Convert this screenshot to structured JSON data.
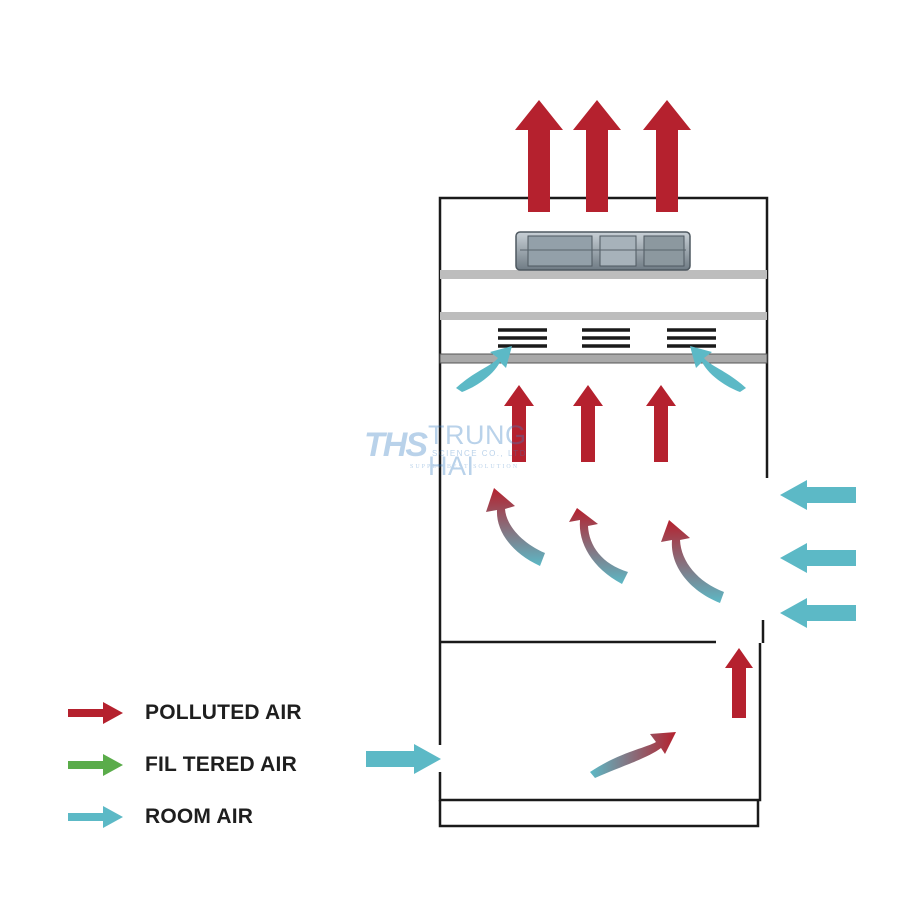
{
  "legend": {
    "polluted_label": "POLLUTED AIR",
    "filtered_label": "FIL TERED AIR",
    "room_label": "ROOM AIR"
  },
  "colors": {
    "polluted": "#b5212e",
    "filtered": "#5aac4a",
    "room": "#5cb9c6",
    "outline": "#1a1a1a",
    "filter_bar": "#bdbdbd"
  },
  "watermark": {
    "logo": "THS",
    "name": "TRUNG HAI",
    "subtitle": "SCIENCE CO., LTD",
    "tagline": "SUPPLY BEST SOLUTION"
  }
}
